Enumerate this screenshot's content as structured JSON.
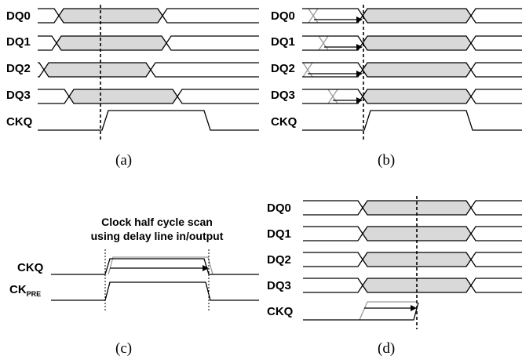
{
  "panels": {
    "a": {
      "caption": "(a)",
      "signals": [
        "DQ0",
        "DQ1",
        "DQ2",
        "DQ3",
        "CKQ"
      ]
    },
    "b": {
      "caption": "(b)",
      "signals": [
        "DQ0",
        "DQ1",
        "DQ2",
        "DQ3",
        "CKQ"
      ]
    },
    "c": {
      "caption": "(c)",
      "annotation_line1": "Clock half cycle scan",
      "annotation_line2": "using delay line in/output",
      "signal_ckq": "CKQ",
      "signal_ckpre_main": "CK",
      "signal_ckpre_sub": "PRE"
    },
    "d": {
      "caption": "(d)",
      "signals": [
        "DQ0",
        "DQ1",
        "DQ2",
        "DQ3",
        "CKQ"
      ]
    }
  },
  "colors": {
    "data_fill": "#d9d9d9",
    "ghost_stroke": "#9a9a9a",
    "line": "#000000"
  }
}
